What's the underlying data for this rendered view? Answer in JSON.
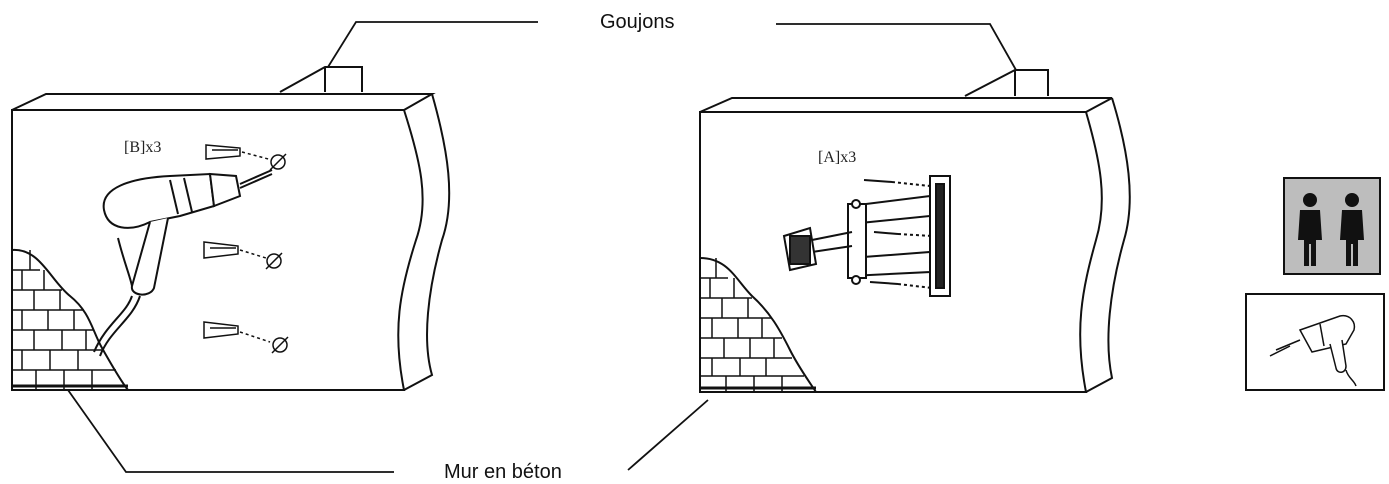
{
  "labels": {
    "top": "Goujons",
    "bottom": "Mur en béton",
    "left_qty": "[B]x3",
    "right_qty": "[A]x3"
  },
  "icons": {
    "people": "two-people-icon",
    "drill": "drill-icon"
  },
  "colors": {
    "line": "#111111",
    "people_bg": "#bdbdbd",
    "people_fg": "#111111"
  }
}
